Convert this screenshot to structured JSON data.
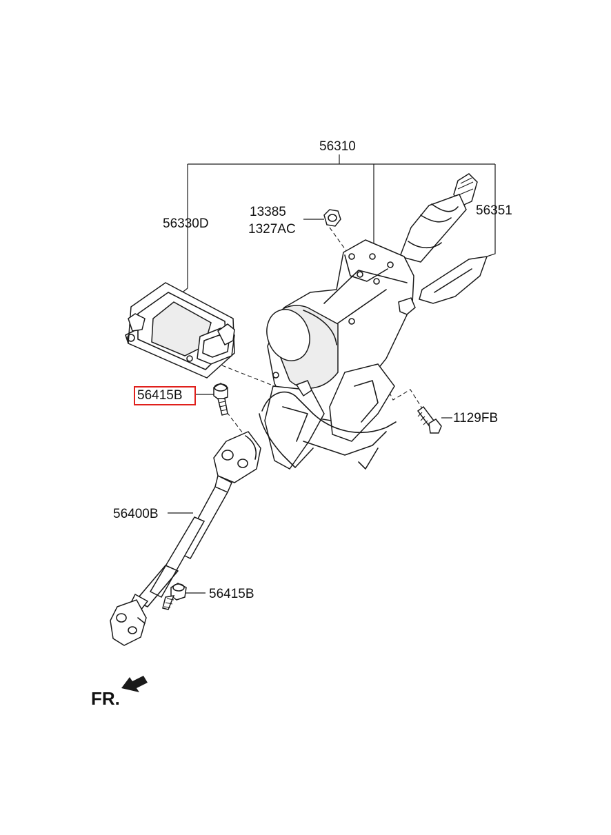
{
  "labels": {
    "assembly": "56310",
    "module": "56330D",
    "nut_line1": "13385",
    "nut_line2": "1327AC",
    "cover": "56351",
    "bolt_highlighted": "56415B",
    "bolt_right": "1129FB",
    "joint_shaft": "56400B",
    "bolt_lower": "56415B"
  },
  "direction_marker": "FR.",
  "colors": {
    "highlight": "#e0201c",
    "line": "#1a1a1a",
    "background": "#ffffff"
  }
}
